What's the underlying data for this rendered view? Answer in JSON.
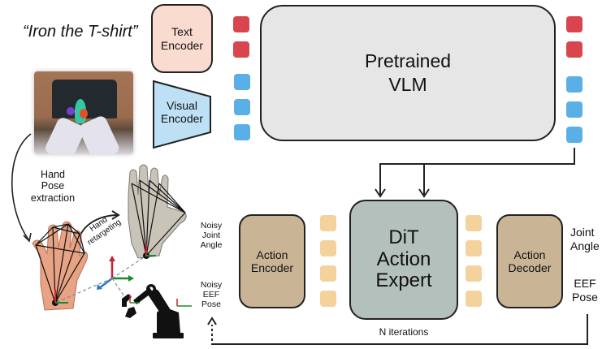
{
  "instruction": "“Iron the T-shirt”",
  "text_encoder": {
    "line1": "Text",
    "line2": "Encoder"
  },
  "visual_encoder": {
    "line1": "Visual",
    "line2": "Encoder"
  },
  "vlm": {
    "line1": "Pretrained",
    "line2": "VLM",
    "trainable_icon": "flame-icon"
  },
  "hand_pose_label": {
    "line1": "Hand",
    "line2": "Pose",
    "line3": "extraction"
  },
  "retargeting_label": {
    "line1": "Hand",
    "line2": "retargeting"
  },
  "inputs": {
    "joint": {
      "line1": "Noisy",
      "line2": "Joint",
      "line3": "Angle"
    },
    "eef": {
      "line1": "Noisy",
      "line2": "EEF",
      "line3": "Pose"
    }
  },
  "action_encoder": {
    "line1": "Action",
    "line2": "Encoder"
  },
  "dit": {
    "line1": "DiT",
    "line2": "Action",
    "line3": "Expert",
    "trainable_icon": "flame-icon"
  },
  "action_decoder": {
    "line1": "Action",
    "line2": "Decoder"
  },
  "outputs": {
    "joint": {
      "line1": "Joint",
      "line2": "Angle"
    },
    "eef": {
      "line1": "EEF",
      "line2": "Pose"
    }
  },
  "loop_label": "N iterations",
  "colors": {
    "text_token": "#d9454f",
    "visual_token": "#5aafe6",
    "action_token": "#f3d29c",
    "text_encoder_fill": "#fadbcf",
    "visual_encoder_fill": "#bde0f5",
    "vlm_fill": "#e6e6e6",
    "dit_fill": "#b4c0bc",
    "action_box_fill": "#c9b595",
    "flame": "#ef7a2e"
  }
}
